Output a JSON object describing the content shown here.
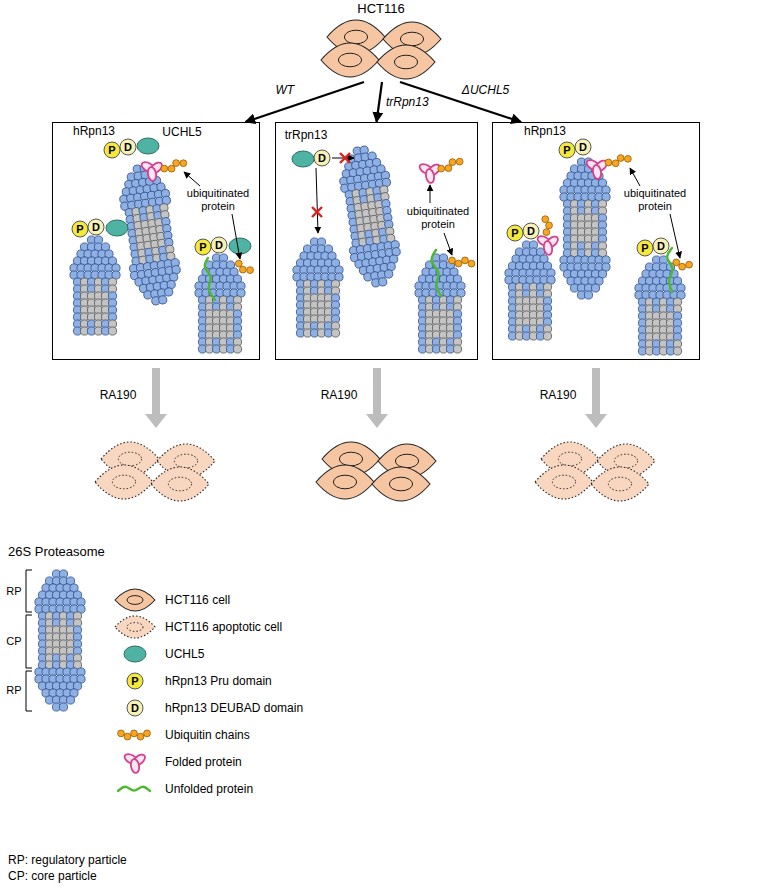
{
  "diagram": {
    "nodes": [
      {
        "text": [
          "HCT116"
        ]
      },
      {
        "text": [
          "hRpn13",
          "UCHL5",
          "ubiquitinated protein"
        ]
      },
      {
        "text": [
          "trRpn13",
          "ubiquitinated protein"
        ]
      },
      {
        "text": [
          "hRpn13",
          "ubiquitinated protein"
        ]
      }
    ],
    "edges": [
      {
        "from": 0,
        "to": 1,
        "arrow": "to",
        "label": "WT"
      },
      {
        "from": 0,
        "to": 2,
        "arrow": "to",
        "label": "trRpn13"
      },
      {
        "from": 0,
        "to": 3,
        "arrow": "to",
        "label": "ΔUCHL5"
      }
    ],
    "labels": [
      "RA190",
      "RA190",
      "RA190",
      "26S Proteasome",
      "RP",
      "CP",
      "RP",
      "RP: regulatory particle",
      "CP: core particle",
      "P",
      "D",
      "P",
      "D",
      "P",
      "D",
      "D",
      "P",
      "D",
      "P",
      "D",
      "P",
      "D",
      "P",
      "D"
    ],
    "legend": [
      {
        "text": "HCT116 cell"
      },
      {
        "text": "HCT116 apoptotic cell"
      },
      {
        "text": "UCHL5"
      },
      {
        "text": "hRpn13 Pru domain"
      },
      {
        "text": "hRpn13 DEUBAD domain"
      },
      {
        "text": "Ubiquitin chains"
      },
      {
        "text": "Folded protein"
      },
      {
        "text": "Unfolded protein"
      }
    ]
  }
}
